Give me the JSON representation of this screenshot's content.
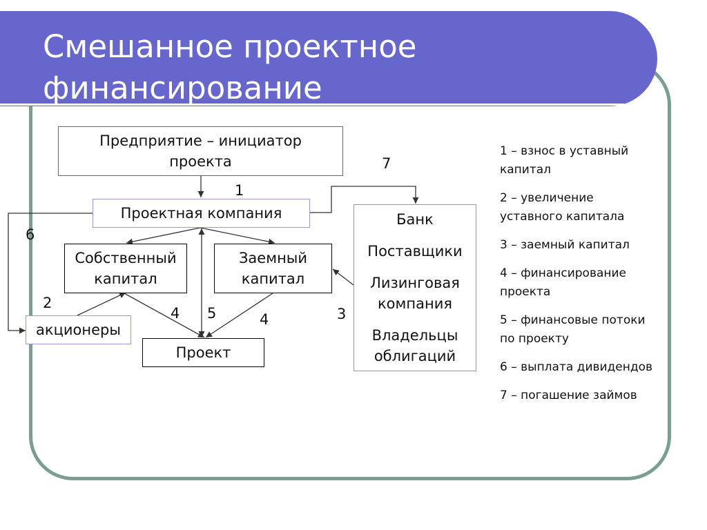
{
  "title": "Смешанное проектное\nфинансирование",
  "nodes": {
    "initiator": "Предприятие – инициатор\nпроекта",
    "project_company": "Проектная компания",
    "equity": "Собственный\nкапитал",
    "debt": "Заемный\nкапитал",
    "shareholders": "акционеры",
    "project": "Проект"
  },
  "lenders": [
    "Банк",
    "Поставщики",
    "Лизинговая\nкомпания",
    "Владельцы\nоблигаций"
  ],
  "flow_numbers": {
    "initiator_to_company": "1",
    "shareholders_to_equity": "2",
    "lenders_to_debt": "3",
    "equity_to_project": "4",
    "debt_to_project": "4",
    "project_flows": "5",
    "dividends": "6",
    "loan_repayment": "7"
  },
  "legend": [
    "1 – взнос в уставный\nкапитал",
    "2 – увеличение\nуставного капитала",
    "3 – заемный капитал",
    "4 – финансирование\nпроекта",
    "5 – финансовые потоки\nпо проекту",
    "6 – выплата дивидендов",
    "7 – погашение займов"
  ],
  "colors": {
    "banner": "#6666cc",
    "frame": "#7a9e92"
  }
}
